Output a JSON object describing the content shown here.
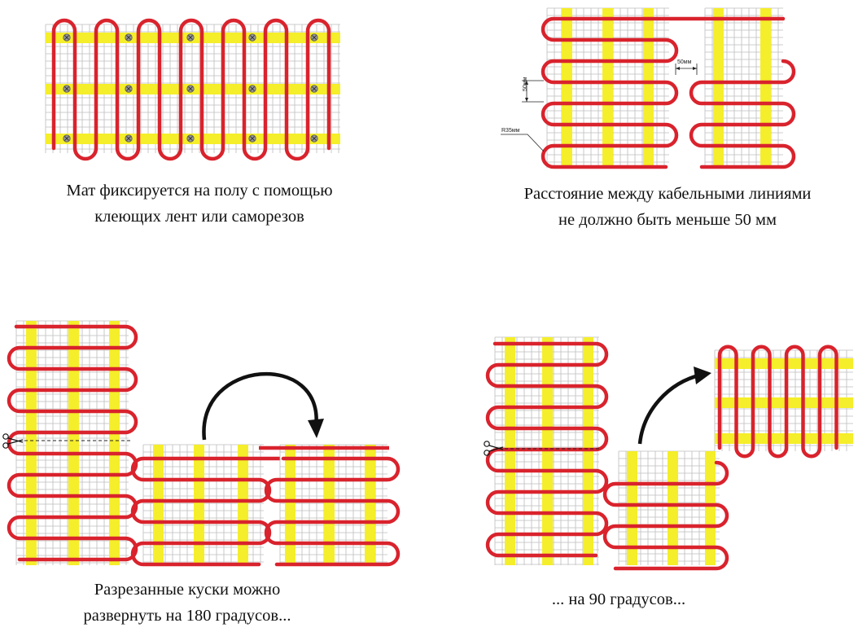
{
  "colors": {
    "cable": "#d9232d",
    "tape": "#f5ee2a",
    "grid": "#bdbdbd",
    "arrow": "#111111",
    "screw": "#9a9a9a"
  },
  "captions": {
    "top_left": [
      "Мат фиксируется на полу с помощью",
      "клеющих лент или саморезов"
    ],
    "top_right": [
      "Расстояние между кабельными линиями",
      "не должно быть меньше 50 мм"
    ],
    "bottom_left": [
      "Разрезанные куски можно",
      "развернуть на 180 градусов..."
    ],
    "bottom_right": [
      "... на 90 градусов..."
    ]
  },
  "dimensions": {
    "spacing_label": "50мм",
    "gap_label": "50мм",
    "radius_label": "R35мм"
  },
  "icons": {
    "scissors": "scissors-icon",
    "rotate_arrow": "curved-arrow-icon",
    "screw": "screw-icon"
  }
}
